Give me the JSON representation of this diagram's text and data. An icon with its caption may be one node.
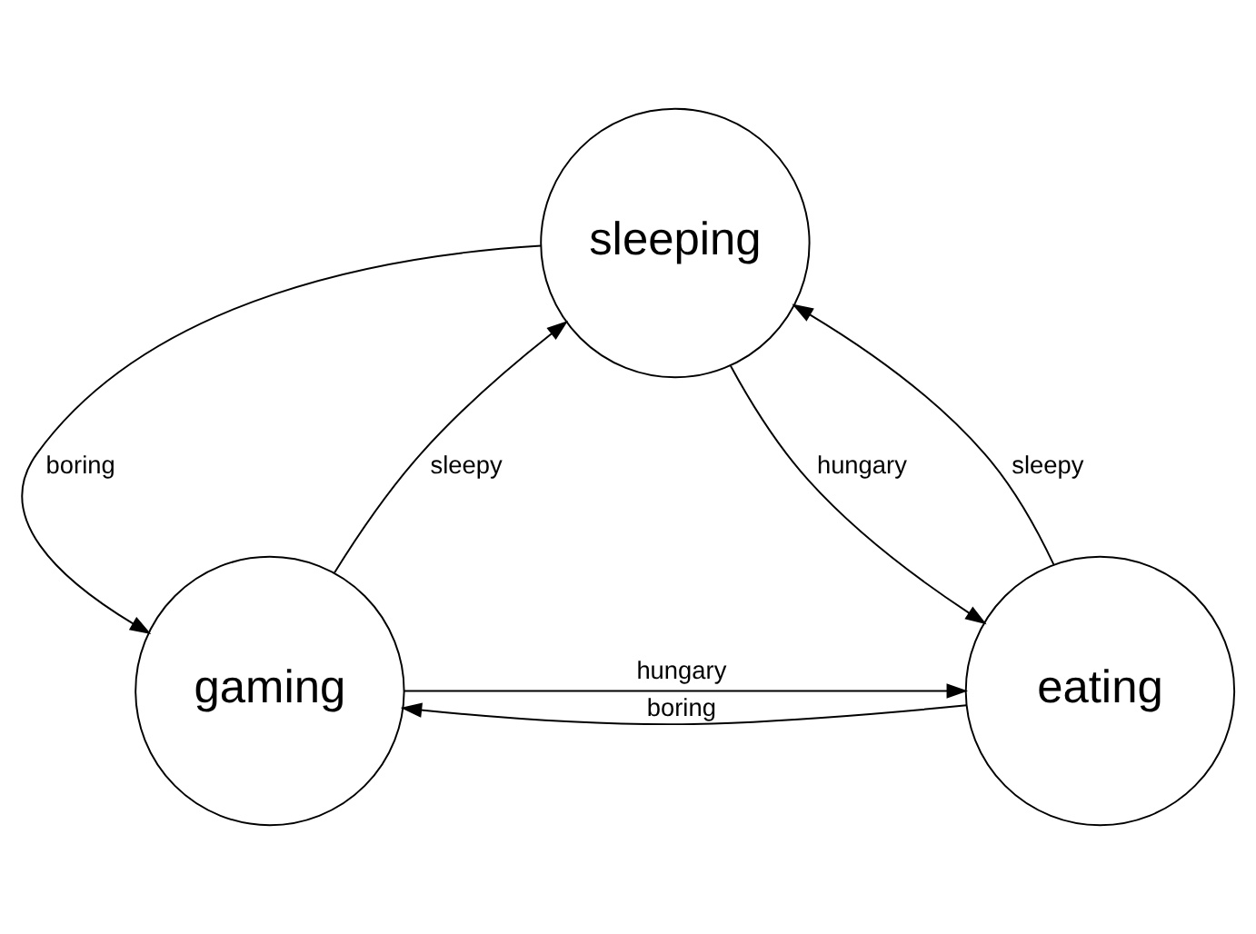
{
  "diagram": {
    "nodes": [
      {
        "text": [
          "sleeping"
        ]
      },
      {
        "text": [
          "gaming"
        ]
      },
      {
        "text": [
          "eating"
        ]
      }
    ],
    "edges": [
      {
        "from": 0,
        "to": 1,
        "arrow": "to",
        "label": "boring"
      },
      {
        "from": 1,
        "to": 0,
        "arrow": "to",
        "label": "sleepy"
      },
      {
        "from": 0,
        "to": 2,
        "arrow": "to",
        "label": "hungary"
      },
      {
        "from": 2,
        "to": 0,
        "arrow": "to",
        "label": "sleepy"
      },
      {
        "from": 2,
        "to": 1,
        "arrow": "to",
        "label": "boring"
      },
      {
        "from": 1,
        "to": 2,
        "arrow": "to",
        "label": "hungary"
      }
    ]
  }
}
